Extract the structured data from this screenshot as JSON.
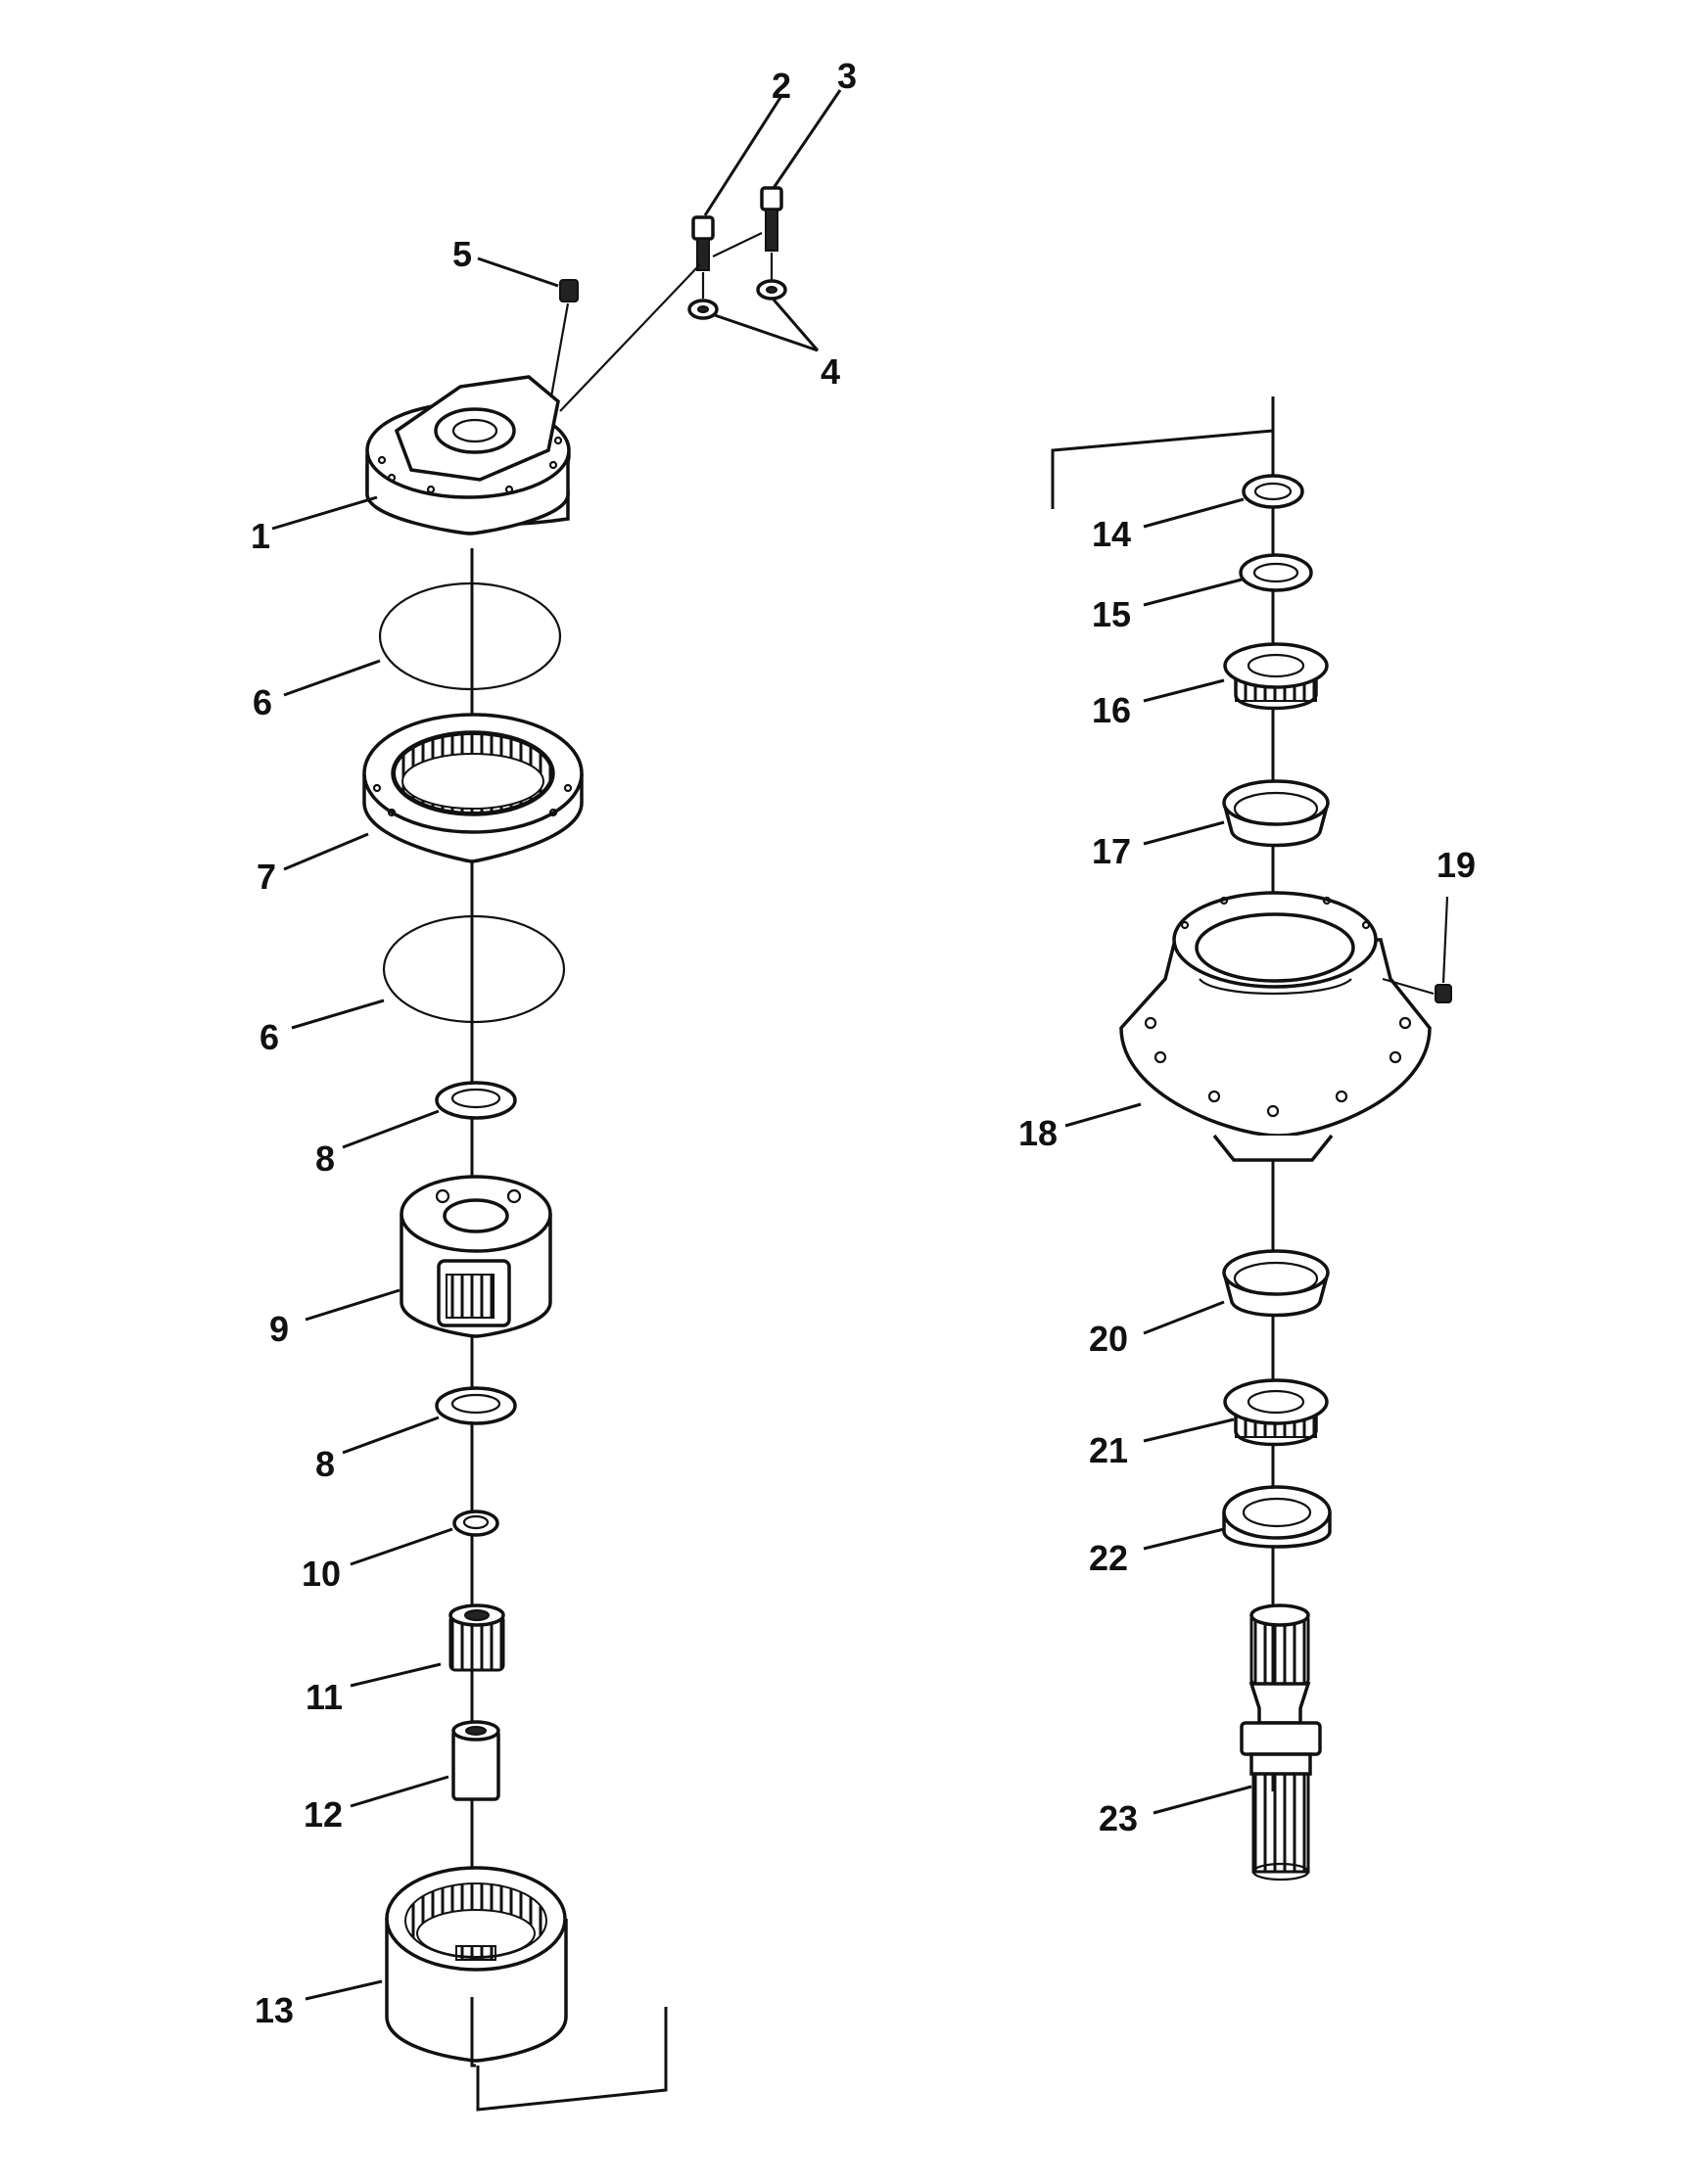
{
  "callouts": {
    "c1": "1",
    "c2": "2",
    "c3": "3",
    "c4": "4",
    "c5": "5",
    "c6a": "6",
    "c6b": "6",
    "c7": "7",
    "c8a": "8",
    "c8b": "8",
    "c9": "9",
    "c10": "10",
    "c11": "11",
    "c12": "12",
    "c13": "13",
    "c14": "14",
    "c15": "15",
    "c16": "16",
    "c17": "17",
    "c18": "18",
    "c19": "19",
    "c20": "20",
    "c21": "21",
    "c22": "22",
    "c23": "23"
  }
}
